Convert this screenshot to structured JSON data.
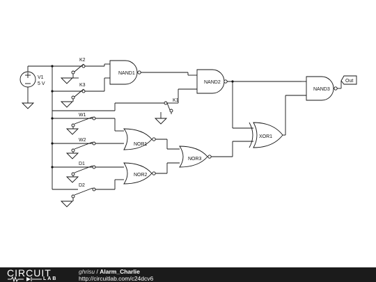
{
  "source": {
    "label": "V1",
    "value": "5 V"
  },
  "switches": [
    "K2",
    "K3",
    "K1",
    "W1",
    "W2",
    "D1",
    "D2"
  ],
  "gates": {
    "nand1": "NAND1",
    "nand2": "NAND2",
    "nand3": "NAND3",
    "nor1": "NOR1",
    "nor2": "NOR2",
    "nor3": "NOR3",
    "xor1": "XOR1"
  },
  "output": "Out",
  "footer": {
    "logo_top": "CIRCUIT",
    "logo_bottom": "LAB",
    "author": "ghrisu",
    "separator": " / ",
    "title": "Alarm_Charlie",
    "url": "http://circuitlab.com/c24dcv6"
  }
}
